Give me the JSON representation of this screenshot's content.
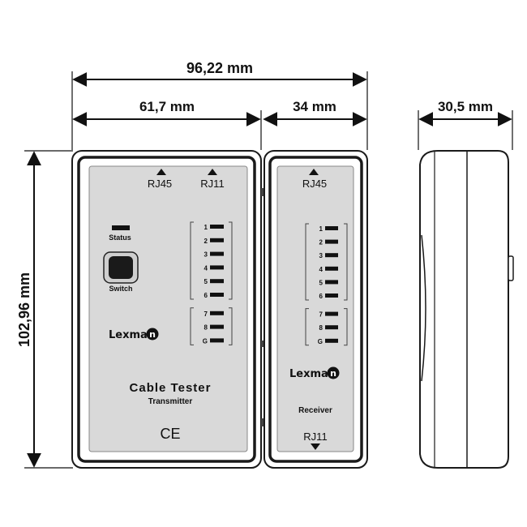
{
  "dimensions": {
    "total_width": "96,22 mm",
    "transmitter_width": "61,7 mm",
    "receiver_width": "34 mm",
    "depth": "30,5 mm",
    "height": "102,96 mm"
  },
  "transmitter": {
    "port_a": "RJ45",
    "port_b": "RJ11",
    "status_label": "Status",
    "switch_label": "Switch",
    "leds": [
      "1",
      "2",
      "3",
      "4",
      "5",
      "6",
      "7",
      "8",
      "G"
    ],
    "brand_prefix": "Lexma",
    "brand_badge": "n",
    "title": "Cable Tester",
    "subtitle": "Transmitter",
    "mark": "CE"
  },
  "receiver": {
    "port_top": "RJ45",
    "leds": [
      "1",
      "2",
      "3",
      "4",
      "5",
      "6",
      "7",
      "8",
      "G"
    ],
    "brand_prefix": "Lexma",
    "brand_badge": "n",
    "subtitle": "Receiver",
    "port_bottom": "RJ11"
  },
  "colors": {
    "device_outline": "#1a1a1a",
    "device_body": "#ffffff",
    "panel": "#d9d9d9",
    "led": "#111111",
    "line": "#111111"
  }
}
